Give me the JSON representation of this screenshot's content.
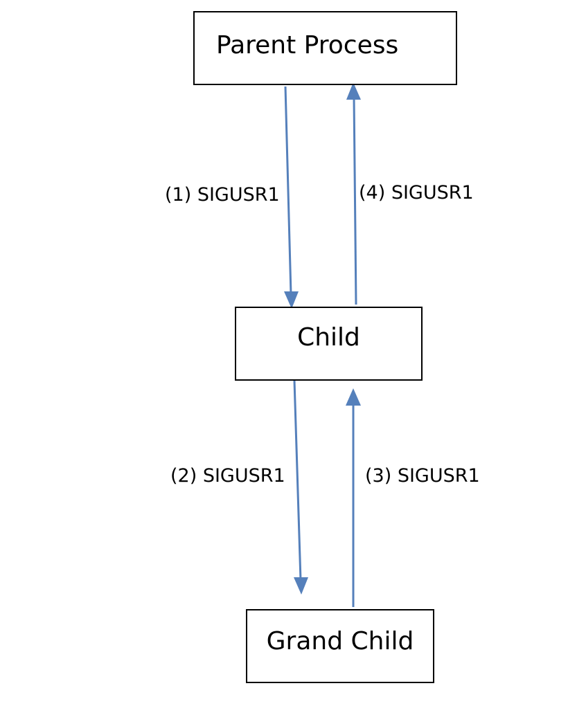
{
  "nodes": {
    "parent": "Parent Process",
    "child": "Child",
    "grandchild": "Grand Child"
  },
  "edges": [
    {
      "label": "(1) SIGUSR1",
      "from": "Parent Process",
      "to": "Child"
    },
    {
      "label": "(2) SIGUSR1",
      "from": "Child",
      "to": "Grand Child"
    },
    {
      "label": "(3) SIGUSR1",
      "from": "Grand Child",
      "to": "Child"
    },
    {
      "label": "(4) SIGUSR1",
      "from": "Child",
      "to": "Parent Process"
    }
  ],
  "colors": {
    "arrow": "#5580bb",
    "box_border": "#000000",
    "text": "#000000"
  }
}
